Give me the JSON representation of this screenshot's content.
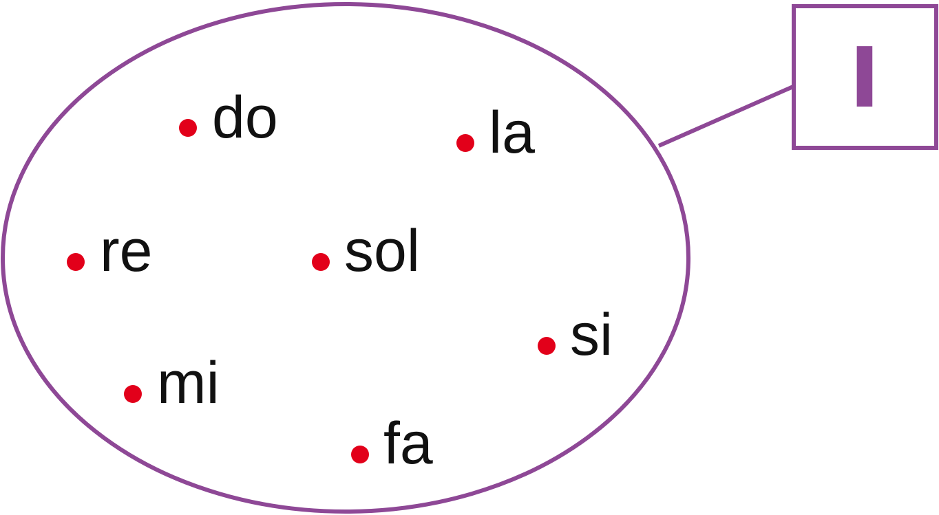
{
  "colors": {
    "outline": "#8e4896",
    "dot": "#e2001a",
    "text": "#111111"
  },
  "set": {
    "name": "I",
    "elements": [
      "do",
      "la",
      "re",
      "sol",
      "si",
      "mi",
      "fa"
    ]
  }
}
